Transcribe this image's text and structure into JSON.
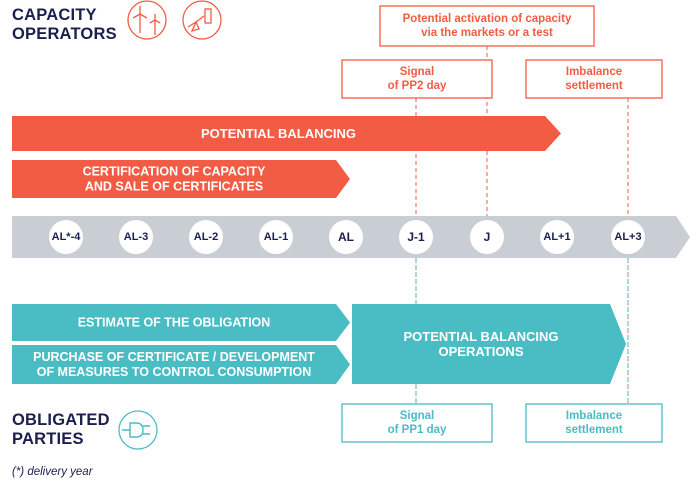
{
  "colors": {
    "orange": "#f25c44",
    "teal": "#49bcc4",
    "gray": "#c8ced3",
    "navy": "#1a1f4e",
    "white": "#ffffff"
  },
  "headings": {
    "capacity": [
      "CAPACITY",
      "OPERATORS"
    ],
    "obligated": [
      "OBLIGATED",
      "PARTIES"
    ]
  },
  "icons": {
    "wind_turbine": "wind-turbine-icon",
    "hand_switch": "hand-switch-icon",
    "plug": "plug-icon"
  },
  "top_boxes": {
    "activation": [
      "Potential activation of capacity",
      "via the markets or a test"
    ],
    "signal_pp2": [
      "Signal",
      "of PP2 day"
    ],
    "imbalance_top": [
      "Imbalance",
      "settlement"
    ]
  },
  "bottom_boxes": {
    "signal_pp1": [
      "Signal",
      "of PP1 day"
    ],
    "imbalance_bottom": [
      "Imbalance",
      "settlement"
    ]
  },
  "arrows": {
    "potential_balancing": [
      "POTENTIAL BALANCING"
    ],
    "certification": [
      "CERTIFICATION OF CAPACITY",
      "AND SALE OF CERTIFICATES"
    ],
    "estimate": [
      "ESTIMATE OF THE OBLIGATION"
    ],
    "purchase": [
      "PURCHASE OF CERTIFICATE / DEVELOPMENT",
      "OF MEASURES TO CONTROL CONSUMPTION"
    ],
    "balancing_operations": [
      "POTENTIAL BALANCING",
      "OPERATIONS"
    ]
  },
  "timeline": [
    "AL*-4",
    "AL-3",
    "AL-2",
    "AL-1",
    "AL",
    "J-1",
    "J",
    "AL+1",
    "AL+3"
  ],
  "footnote": "(*) delivery year"
}
